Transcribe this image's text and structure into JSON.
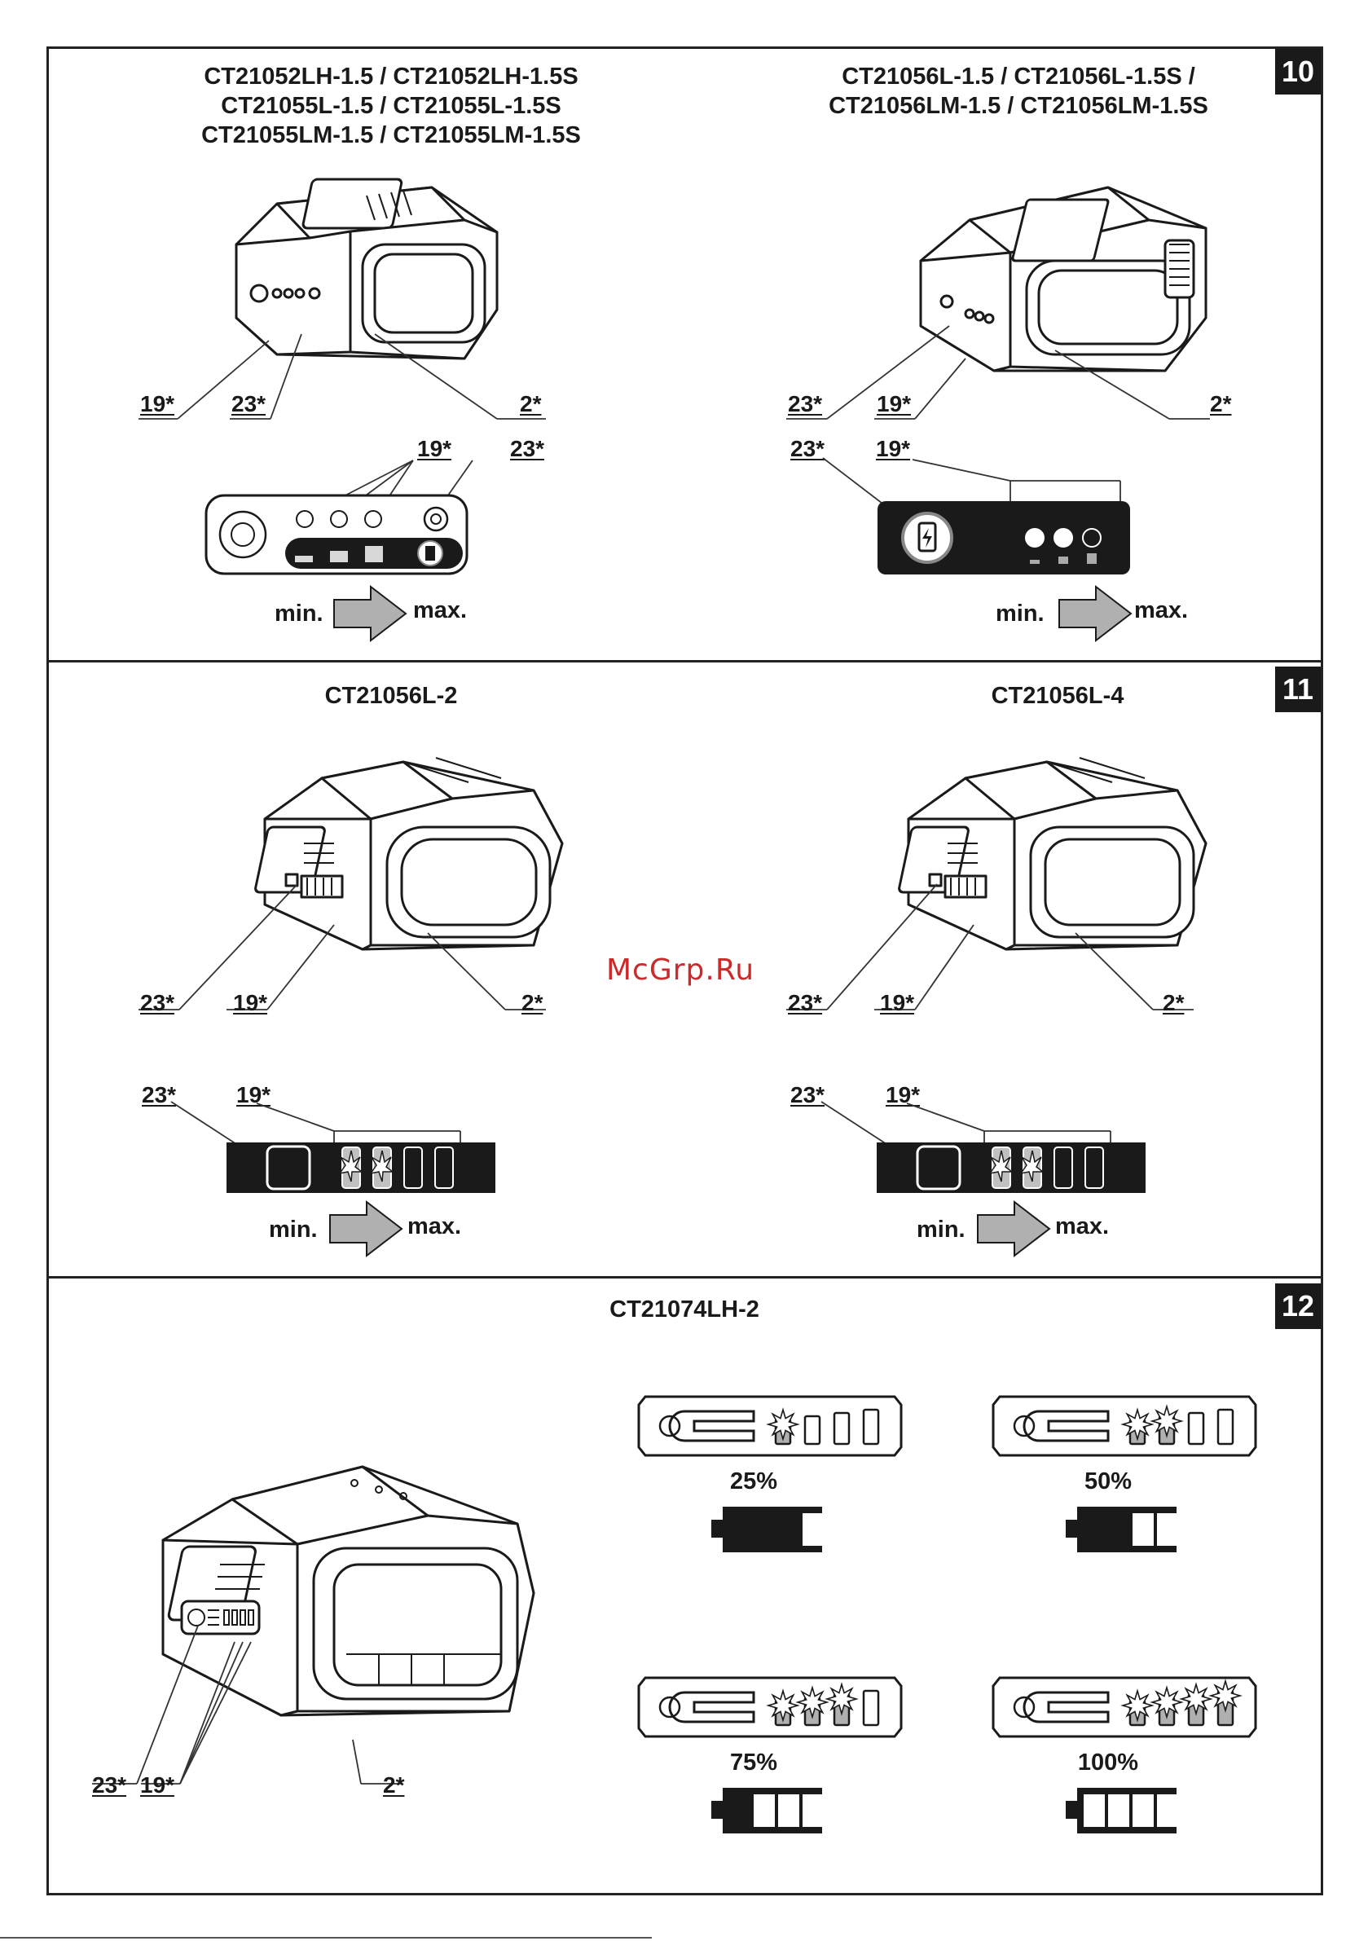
{
  "sections": {
    "s10": {
      "number": "10",
      "left_title": [
        "CT21052LH-1.5 / CT21052LH-1.5S",
        "CT21055L-1.5 / CT21055L-1.5S",
        "CT21055LM-1.5 / CT21055LM-1.5S"
      ],
      "right_title": [
        "CT21056L-1.5 / CT21056L-1.5S /",
        "CT21056LM-1.5 / CT21056LM-1.5S"
      ],
      "callouts": {
        "c19": "19*",
        "c23": "23*",
        "c2": "2*"
      },
      "min": "min.",
      "max": "max."
    },
    "s11": {
      "number": "11",
      "left_title": "CT21056L-2",
      "right_title": "CT21056L-4",
      "callouts": {
        "c19": "19*",
        "c23": "23*",
        "c2": "2*"
      },
      "min": "min.",
      "max": "max."
    },
    "s12": {
      "number": "12",
      "title": "CT21074LH-2",
      "callouts": {
        "c19": "19*",
        "c23": "23*",
        "c2": "2*"
      },
      "levels": [
        {
          "label": "25%",
          "filled": 1
        },
        {
          "label": "50%",
          "filled": 2
        },
        {
          "label": "75%",
          "filled": 3
        },
        {
          "label": "100%",
          "filled": 4
        }
      ]
    }
  },
  "watermark": "McGrp.Ru",
  "colors": {
    "ink": "#1a1a1a",
    "gray": "#b0b0b0",
    "panel": "#1a1a1a",
    "watermark": "#cc2a2a"
  }
}
